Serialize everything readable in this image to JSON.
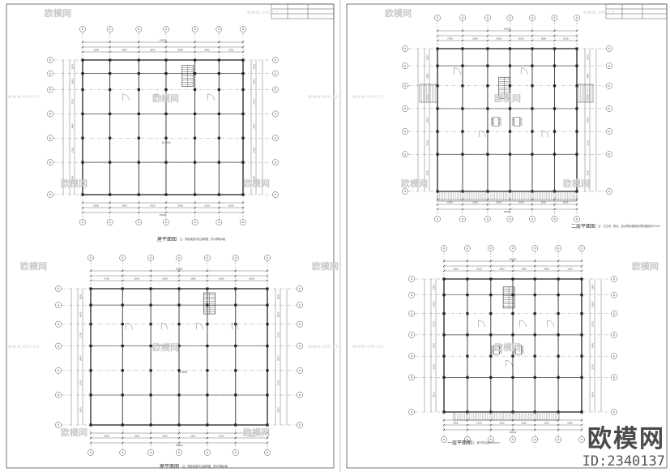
{
  "sheets": [
    {
      "title": "屋平面图",
      "note": "注：屋面坡度详见建筑图，防水等级II级"
    },
    {
      "title": "二层平面图",
      "note": "注：卫生间、阳台、露台等处楼面较同层楼面低30mm"
    },
    {
      "title": "屋平面图",
      "note": "注：屋面坡度详见建筑图，防水等级II级"
    },
    {
      "title": "一层平面图",
      "note": "注：室内外高差450mm"
    }
  ],
  "dims": {
    "overall": "16000",
    "top_a": [
      "3000",
      "3000",
      "2800",
      "2800",
      "2800",
      "1500"
    ],
    "top_b": [
      "2700",
      "2500",
      "2500",
      "3000",
      "1800",
      "3500"
    ],
    "bot_a": [
      "6000",
      "1500",
      "2500",
      "2500",
      "1500",
      "2000",
      "1700",
      "3000"
    ],
    "left": [
      "1800",
      "3900",
      "2700",
      "2400",
      "2100",
      "3000"
    ],
    "elev": [
      "10.850",
      "11.850",
      "8.550",
      "5.400"
    ]
  },
  "grid_bubble": "A",
  "watermark": {
    "brand": "欧模网",
    "url": "www.om.cn"
  },
  "badge": {
    "brand": "欧模网",
    "id": "ID:2340137"
  },
  "colors": {
    "line": "#4d4d4d",
    "hatch": "#8a8a8a",
    "wm": "#c9c9c9"
  }
}
